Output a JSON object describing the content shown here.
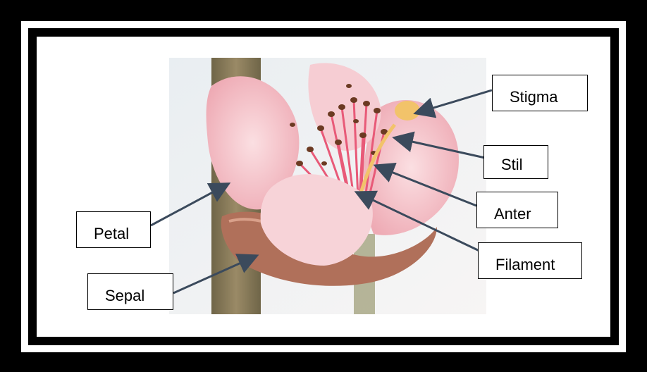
{
  "labels": {
    "stigma": "Stigma",
    "stil": "Stil",
    "anter": "Anter",
    "filament": "Filament",
    "petal": "Petal",
    "sepal": "Sepal"
  },
  "colors": {
    "frame": "#000000",
    "arrow": "#3b4a5c",
    "petal": "#f4c2c8",
    "stamen": "#e85a78",
    "anther": "#6b3a22",
    "sepal": "#b0705a",
    "stem": "#8a7a55"
  }
}
